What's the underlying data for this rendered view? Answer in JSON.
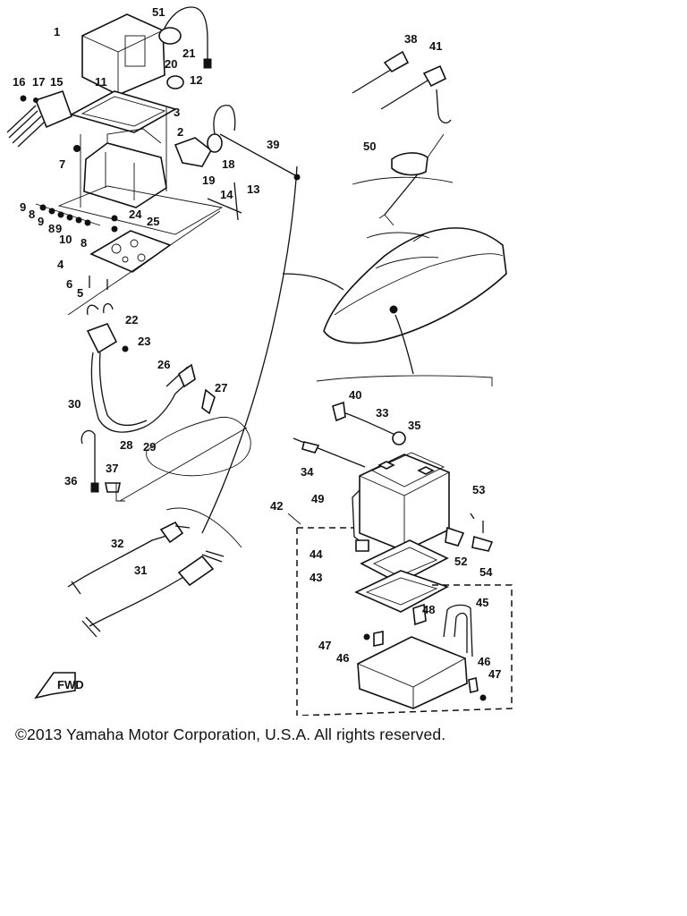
{
  "copyright": "©2013 Yamaha Motor Corporation, U.S.A. All rights reserved.",
  "fwd_label": "FWD",
  "callouts": [
    {
      "n": "1"
    },
    {
      "n": "51"
    },
    {
      "n": "20"
    },
    {
      "n": "21"
    },
    {
      "n": "12"
    },
    {
      "n": "3"
    },
    {
      "n": "16"
    },
    {
      "n": "17"
    },
    {
      "n": "15"
    },
    {
      "n": "11"
    },
    {
      "n": "2"
    },
    {
      "n": "7"
    },
    {
      "n": "19"
    },
    {
      "n": "18"
    },
    {
      "n": "39"
    },
    {
      "n": "14"
    },
    {
      "n": "13"
    },
    {
      "n": "9"
    },
    {
      "n": "8"
    },
    {
      "n": "9"
    },
    {
      "n": "8"
    },
    {
      "n": "9"
    },
    {
      "n": "10"
    },
    {
      "n": "8"
    },
    {
      "n": "24"
    },
    {
      "n": "25"
    },
    {
      "n": "4"
    },
    {
      "n": "6"
    },
    {
      "n": "5"
    },
    {
      "n": "22"
    },
    {
      "n": "23"
    },
    {
      "n": "26"
    },
    {
      "n": "27"
    },
    {
      "n": "30"
    },
    {
      "n": "28"
    },
    {
      "n": "29"
    },
    {
      "n": "37"
    },
    {
      "n": "36"
    },
    {
      "n": "32"
    },
    {
      "n": "31"
    },
    {
      "n": "38"
    },
    {
      "n": "41"
    },
    {
      "n": "50"
    },
    {
      "n": "40"
    },
    {
      "n": "33"
    },
    {
      "n": "35"
    },
    {
      "n": "34"
    },
    {
      "n": "49"
    },
    {
      "n": "42"
    },
    {
      "n": "53"
    },
    {
      "n": "44"
    },
    {
      "n": "52"
    },
    {
      "n": "43"
    },
    {
      "n": "54"
    },
    {
      "n": "45"
    },
    {
      "n": "48"
    },
    {
      "n": "47"
    },
    {
      "n": "46"
    },
    {
      "n": "46"
    },
    {
      "n": "47"
    }
  ]
}
